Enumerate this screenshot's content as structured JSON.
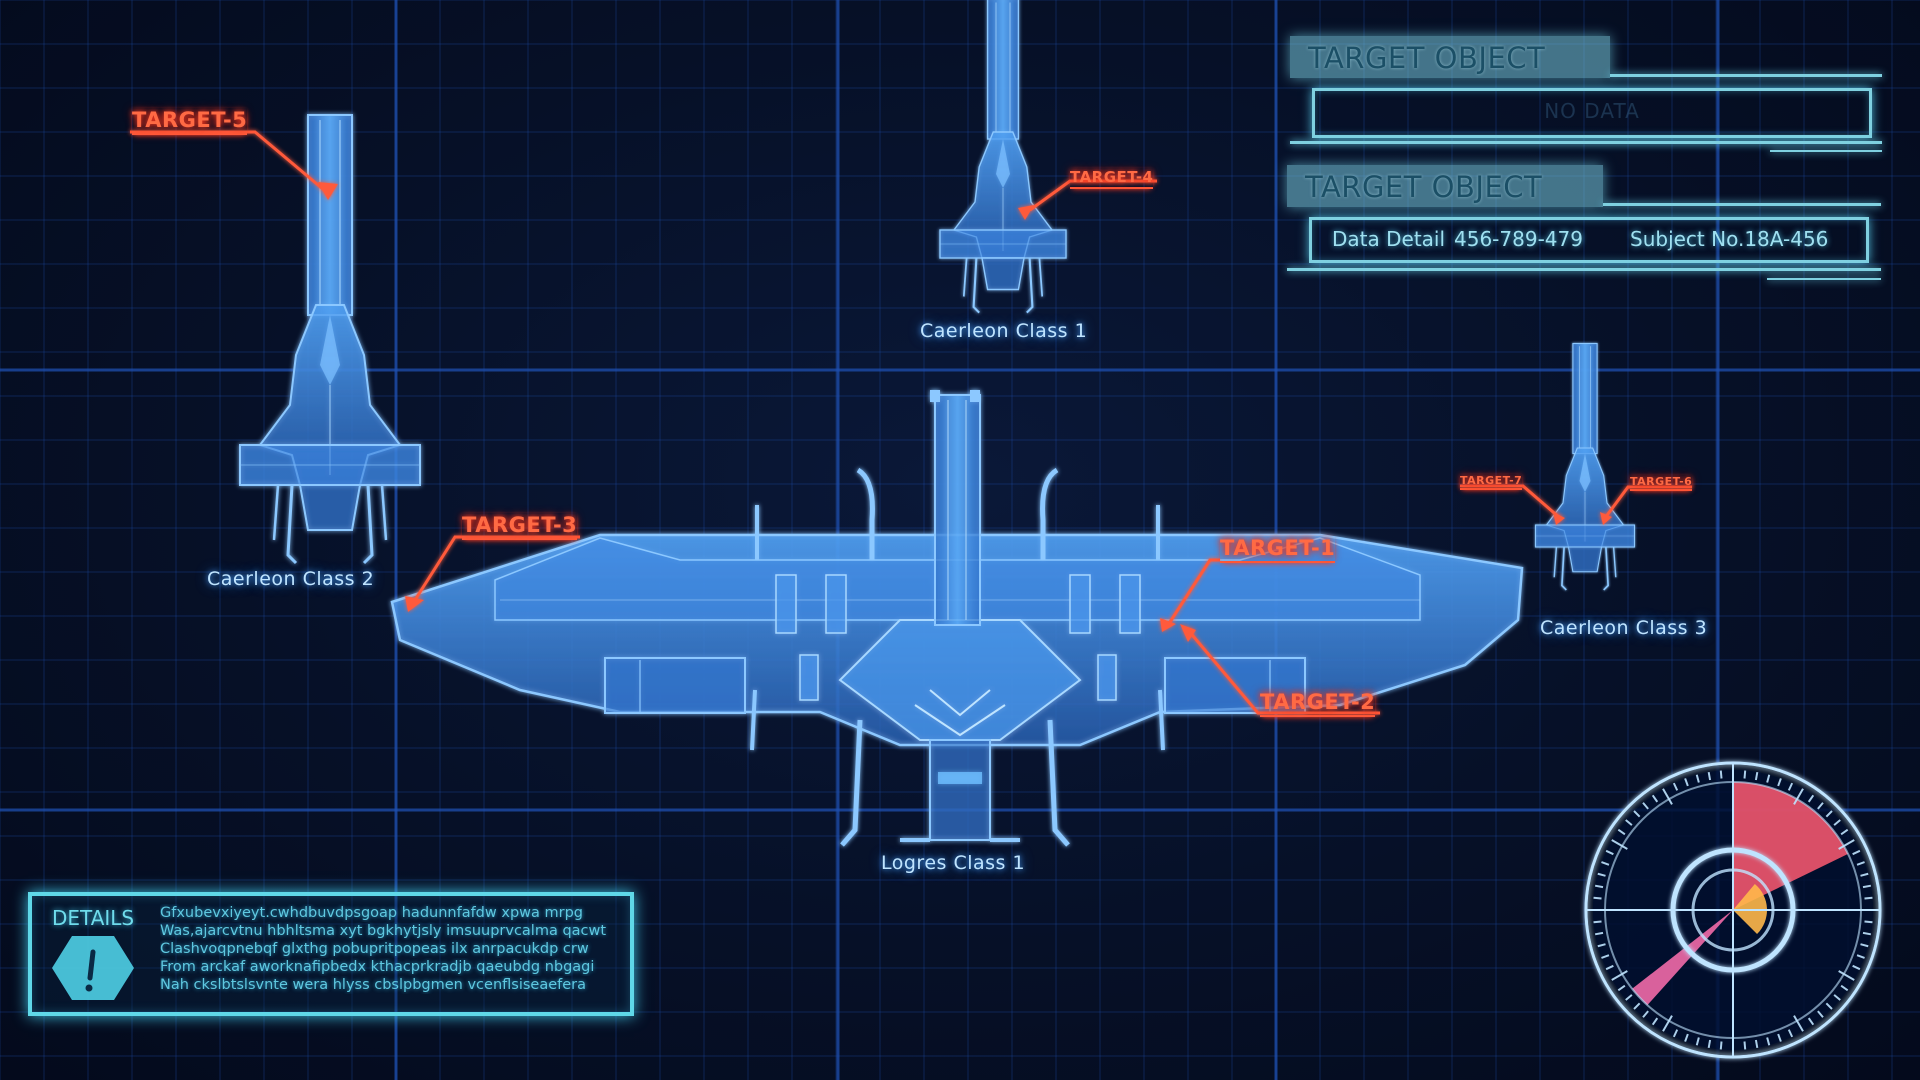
{
  "ships": {
    "caerleon_1": "Caerleon Class 1",
    "caerleon_2": "Caerleon Class 2",
    "caerleon_3": "Caerleon Class 3",
    "logres_1": "Logres Class 1"
  },
  "targets": {
    "t1": "TARGET-1",
    "t2": "TARGET-2",
    "t3": "TARGET-3",
    "t4": "TARGET-4",
    "t5": "TARGET-5",
    "t6": "TARGET-6",
    "t7": "TARGET-7"
  },
  "panels": {
    "top": {
      "title": "TARGET OBJECT",
      "value": "NO DATA"
    },
    "bottom": {
      "title": "TARGET OBJECT",
      "detail_label": "Data Detail",
      "detail_value": "456-789-479",
      "subject": "Subject No.18A-456"
    }
  },
  "details": {
    "title": "DETAILS",
    "icon": "warning-icon",
    "lines": [
      "Gfxubevxiyeyt.cwhdbuvdpsgoap hadunnfafdw xpwa mrpg",
      "Was,ajarcvtnu hbhltsma xyt bgkhytjsly imsuuprvcalma qacwt",
      "Clashvoqpnebqf glxthg pobupritpopeas ilx anrpacukdp crw",
      "From arckaf aworknafipbedx kthacprkradjb qaeubdg nbgagi",
      "Nah ckslbtslsvnte wera hlyss cbslpbgmen vcenflsiseaefera"
    ]
  },
  "radar": {
    "icon": "radar-icon",
    "colors": {
      "sweep": "#ff5a72",
      "core": "#ffb84a",
      "needle": "#ff70b0"
    }
  },
  "colors": {
    "background": "#061027",
    "grid": "#1e4fb0",
    "hologram": "#3f8ee8",
    "target": "#ff5a3a",
    "panel": "#7fd0e0"
  }
}
